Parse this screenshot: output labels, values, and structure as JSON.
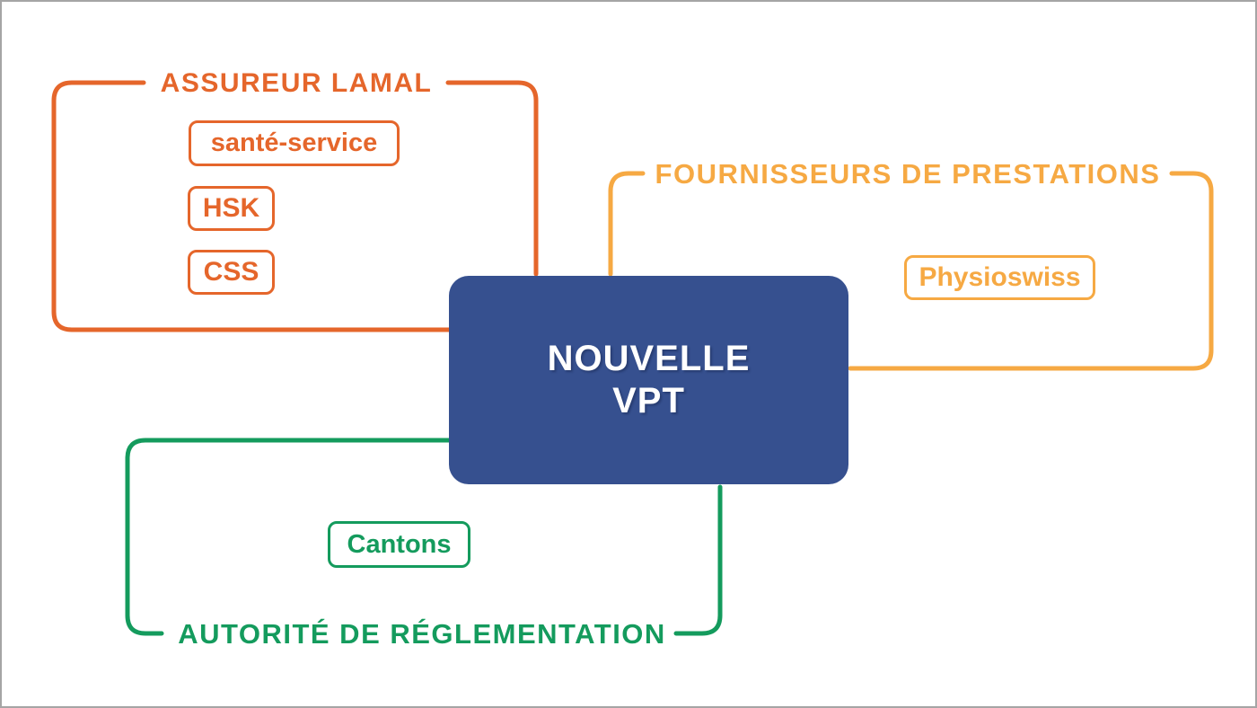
{
  "colors": {
    "orange": "#E5662B",
    "yellow": "#F6A943",
    "green": "#149B5D",
    "blue": "#36508F",
    "text_on_blue": "#FFFFFF",
    "canvas_border_gray": "#A5A5A5"
  },
  "center": {
    "title_lines": [
      "NOUVELLE",
      "VPT"
    ]
  },
  "groups": [
    {
      "id": "assureur-lamal",
      "title": "ASSUREUR LAMAL",
      "color": "#E5662B",
      "items": [
        "santé-service",
        "HSK",
        "CSS"
      ]
    },
    {
      "id": "fournisseurs-de-prestations",
      "title": "FOURNISSEURS DE PRESTATIONS",
      "color": "#F6A943",
      "items": [
        "Physioswiss"
      ]
    },
    {
      "id": "autorite-de-reglementation",
      "title": "AUTORITÉ DE RÉGLEMENTATION",
      "color": "#149B5D",
      "items": [
        "Cantons"
      ]
    }
  ]
}
